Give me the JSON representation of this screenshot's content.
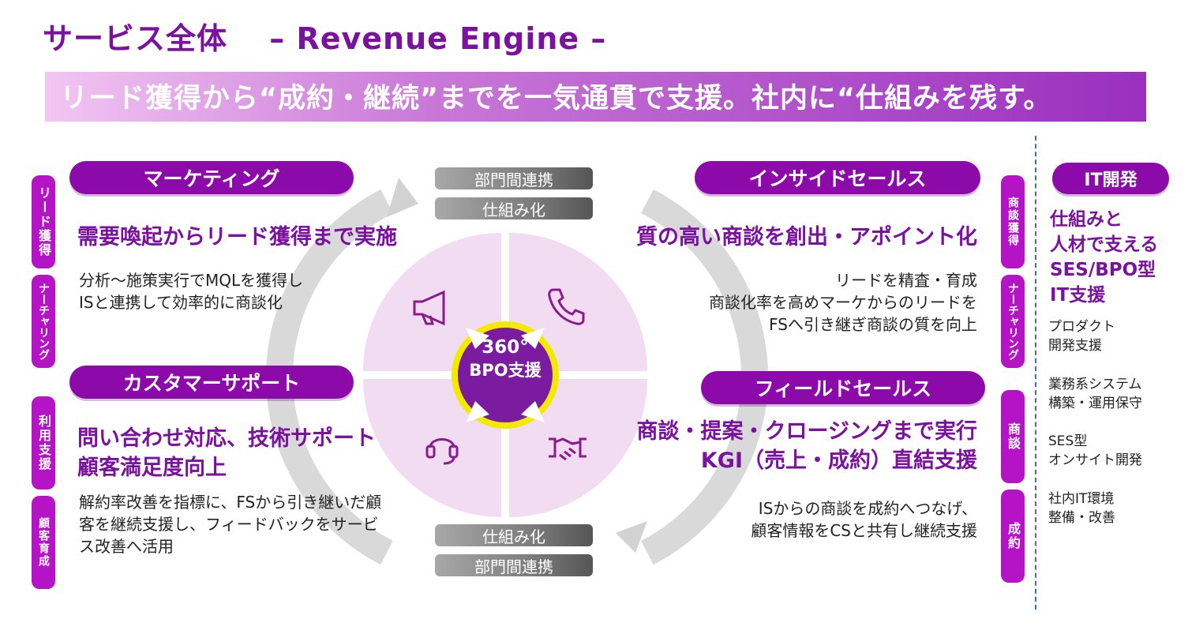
{
  "title": "サービス全体　 – Revenue Engine –",
  "banner": "リード獲得から“成約・継続”までを一気通貫で支援。社内に“仕組みを残す。",
  "center": {
    "top_pills": [
      "部門間連携",
      "仕組み化"
    ],
    "bottom_pills": [
      "仕組み化",
      "部門間連携"
    ],
    "badge_line1": "360°",
    "badge_line2": "BPO支援"
  },
  "marketing": {
    "label": "マーケティング",
    "heading": "需要喚起からリード獲得まで実施",
    "body": [
      "分析～施策実行でMQLを獲得し",
      "ISと連携して効率的に商談化"
    ],
    "tabs": [
      "リード獲得",
      "ナーチャリング"
    ]
  },
  "customer_support": {
    "label": "カスタマーサポート",
    "heading": [
      "問い合わせ対応、技術サポート",
      "顧客満足度向上"
    ],
    "body": [
      "解約率改善を指標に、FSから引き継いだ顧",
      "客を継続支援し、フィードバックをサービ",
      "ス改善へ活用"
    ],
    "tabs": [
      "利用支援",
      "顧客育成"
    ]
  },
  "inside_sales": {
    "label": "インサイドセールス",
    "heading": "質の高い商談を創出・アポイント化",
    "body": [
      "リードを精査・育成",
      "商談化率を高めマーケからのリードを",
      "FSへ引き継ぎ商談の質を向上"
    ],
    "tabs": [
      "商談獲得",
      "ナーチャリング"
    ]
  },
  "field_sales": {
    "label": "フィールドセールス",
    "heading": [
      "商談・提案・クロージングまで実行",
      "KGI（売上・成約）直結支援"
    ],
    "body": [
      "ISからの商談を成約へつなげ、",
      "顧客情報をCSと共有し継続支援"
    ],
    "tabs": [
      "商談",
      "成約"
    ]
  },
  "it": {
    "label": "IT開発",
    "heading": [
      "仕組みと",
      "人材で支える",
      "SES/BPO型",
      "IT支援"
    ],
    "items": [
      [
        "プロダクト",
        "開発支援"
      ],
      [
        "業務系システム",
        "構築・運用保守"
      ],
      [
        "SES型",
        "オンサイト開発"
      ],
      [
        "社内IT環境",
        "整備・改善"
      ]
    ]
  },
  "icons": [
    "megaphone-icon",
    "phone-icon",
    "headset-icon",
    "handshake-icon"
  ],
  "colors": {
    "primary": "#7b119f",
    "pill": "#8b0aa9",
    "tab": "#b414c6",
    "quadrant": "#f1dcf1",
    "badge_ring": "#f3ea00"
  }
}
